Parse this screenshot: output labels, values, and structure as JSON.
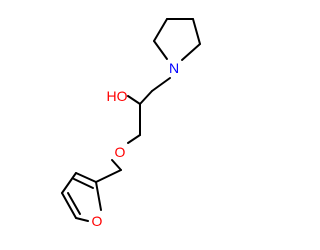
{
  "molecule": {
    "atoms": {
      "pyrrolidine_n": {
        "label": "N",
        "color": "#0000FF"
      },
      "hydroxyl_o": {
        "label": "HO",
        "color": "#FF0000"
      },
      "ether_o": {
        "label": "O",
        "color": "#FF0000"
      },
      "furan_o": {
        "label": "O",
        "color": "#FF0000"
      }
    },
    "bond_color": "#000000"
  }
}
